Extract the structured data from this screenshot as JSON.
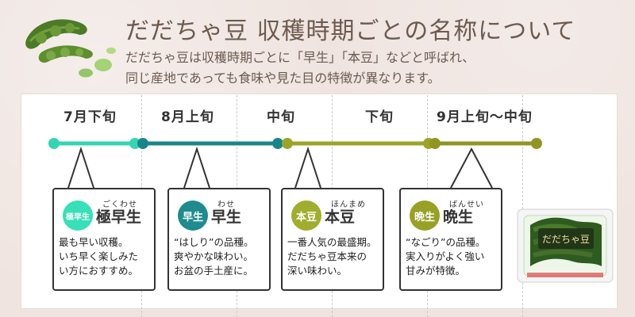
{
  "header": {
    "title": "だだちゃ豆 収穫時期ごとの名称について",
    "lead_line1": "だだちゃ豆は収穫時期ごとに「早生」「本豆」などと呼ばれ、",
    "lead_line2": "同じ産地であっても食味や見た目の特徴が異なります。"
  },
  "timeline": {
    "labels": [
      "7月下旬",
      "8月上旬",
      "中旬",
      "下旬",
      "9月上旬〜中旬"
    ],
    "colors": {
      "mint": "#33d6b0",
      "teal": "#19858a",
      "olive": "#9aa529",
      "olive_dark": "#8f9622"
    }
  },
  "cards": [
    {
      "badge": "極早生",
      "ruby": "ごくわせ",
      "name": "極早生",
      "desc": [
        "最も早い収穫。",
        "いち早く楽しみた",
        "い方におすすめ。"
      ],
      "color": "#37e0b7"
    },
    {
      "badge": "早生",
      "ruby": "わせ",
      "name": "早生",
      "desc": [
        "“はしり”の品種。",
        "爽やかな味わい。",
        "お盆の手土産に。"
      ],
      "color": "#1f8b8f"
    },
    {
      "badge": "本豆",
      "ruby": "ほんまめ",
      "name": "本豆",
      "desc": [
        "一番人気の最盛期。",
        "だだちゃ豆本来の",
        "深い味わい。"
      ],
      "color": "#a1ad2d"
    },
    {
      "badge": "晩生",
      "ruby": "ばんせい",
      "name": "晩生",
      "desc": [
        "“なごり”の品種。",
        "実入りがよく強い",
        "甘みが特徴。"
      ],
      "color": "#98a026"
    }
  ],
  "product_image": {
    "label": "だだちゃ豆"
  }
}
